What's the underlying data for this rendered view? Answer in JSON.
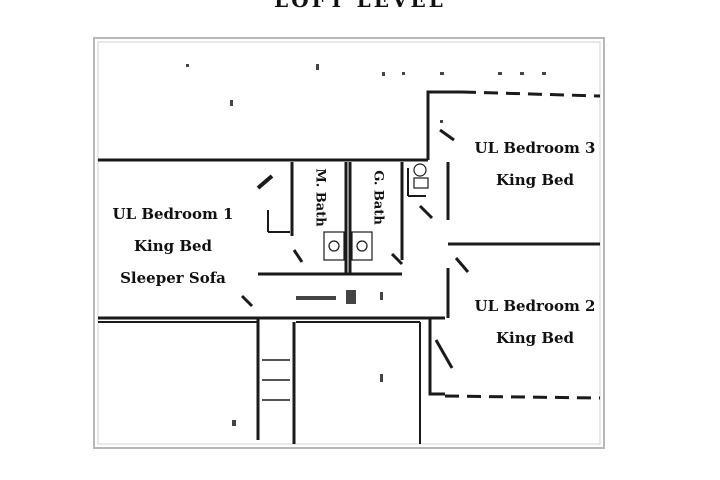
{
  "title": "LOFT LEVEL",
  "rooms": {
    "bedroom1": {
      "name": "UL Bedroom 1",
      "bed": "King Bed",
      "extra": "Sleeper Sofa"
    },
    "bedroom2": {
      "name": "UL Bedroom 2",
      "bed": "King Bed"
    },
    "bedroom3": {
      "name": "UL Bedroom 3",
      "bed": "King Bed"
    },
    "master_bath": {
      "name": "M. Bath"
    },
    "guest_bath": {
      "name": "G. Bath"
    }
  },
  "colors": {
    "wall": "#1a1a1a",
    "paper": "#ffffff",
    "outline": "#b5b5b5"
  }
}
